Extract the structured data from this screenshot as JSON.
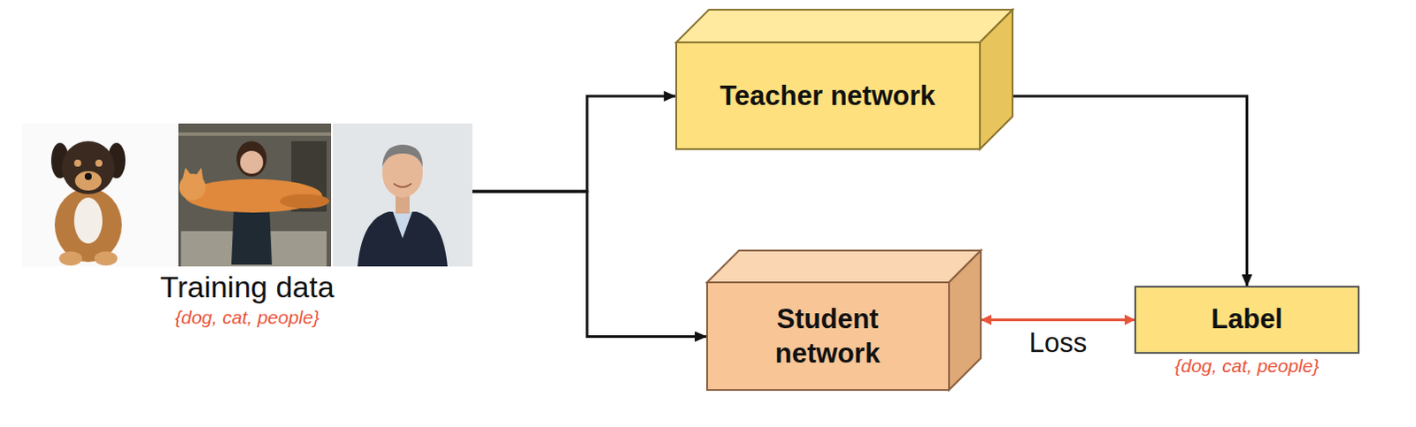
{
  "diagram": {
    "nodes": [
      {
        "text": [
          "Training data",
          "{dog, cat, people}"
        ]
      },
      {
        "text": [
          "Teacher network"
        ]
      },
      {
        "text": [
          "Student network"
        ]
      },
      {
        "text": [
          "Label",
          "{dog, cat, people}"
        ]
      }
    ],
    "edges": [
      {
        "from": 0,
        "to": 1,
        "arrow": "to"
      },
      {
        "from": 0,
        "to": 2,
        "arrow": "to"
      },
      {
        "from": 1,
        "to": 3,
        "arrow": "to"
      },
      {
        "from": 2,
        "to": 3,
        "label": "Loss",
        "arrow": "both"
      }
    ]
  }
}
